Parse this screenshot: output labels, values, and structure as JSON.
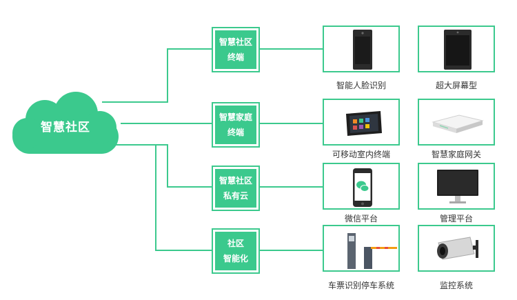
{
  "hub": {
    "label": "智慧社区"
  },
  "categories": [
    {
      "line1": "智慧社区",
      "line2": "终端"
    },
    {
      "line1": "智慧家庭",
      "line2": "终端"
    },
    {
      "line1": "智慧社区",
      "line2": "私有云"
    },
    {
      "line1": "社区",
      "line2": "智能化"
    }
  ],
  "products": [
    {
      "label": "智能人脸识别",
      "icon": "face-recognition-panel-icon"
    },
    {
      "label": "超大屏幕型",
      "icon": "large-screen-panel-icon"
    },
    {
      "label": "可移动室内终端",
      "icon": "tablet-terminal-icon"
    },
    {
      "label": "智慧家庭网关",
      "icon": "home-gateway-icon"
    },
    {
      "label": "微信平台",
      "icon": "wechat-phone-icon"
    },
    {
      "label": "管理平台",
      "icon": "monitor-icon"
    },
    {
      "label": "车票识别停车系统",
      "icon": "parking-barrier-icon"
    },
    {
      "label": "监控系统",
      "icon": "cctv-camera-icon"
    }
  ],
  "colors": {
    "accent": "#3bc98d",
    "line": "#3bc98d"
  }
}
